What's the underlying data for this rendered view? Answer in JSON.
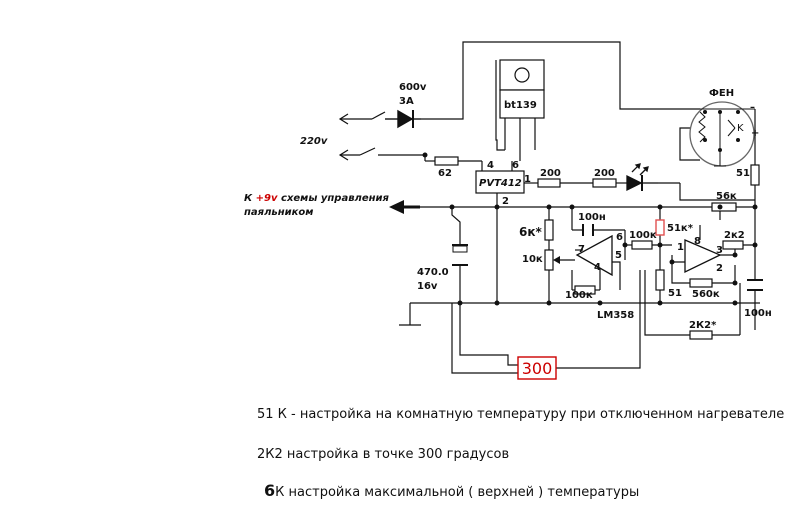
{
  "labels": {
    "diode_voltage": "600v",
    "diode_current": "3A",
    "triac": "bt139",
    "mains": "220v",
    "r_gate": "62",
    "optocoupler": "PVT412",
    "opto_pin_4": "4",
    "opto_pin_6": "6",
    "opto_pin_1": "1",
    "opto_pin_2": "2",
    "r_200_a": "200",
    "r_200_b": "200",
    "fan": "ФЕН",
    "fan_minus": "–",
    "fan_plus": "+",
    "fan_k": "K",
    "r_51_fan": "51",
    "r_56k": "56к",
    "cap_100n_top": "100н",
    "r_6k": "6к*",
    "r_10k": "10к",
    "opamp_pin_7": "7",
    "opamp_pin_6": "6",
    "opamp_pin_5": "5",
    "opamp_pin_4": "4",
    "r_51k": "51к*",
    "r_100k_mid": "100к",
    "r_100k_bottom": "100к",
    "opamp2_pin_1": "1",
    "opamp2_pin_8": "8",
    "opamp2_pin_3": "3",
    "opamp2_pin_2": "2",
    "r_2k2_right": "2к2",
    "r_51_lower": "51",
    "r_560k": "560к",
    "lm358": "LM358",
    "cap_100n_bottom": "100н",
    "r_2k2_bottom": "2К2*",
    "cap_470": "470.0",
    "cap_470_v": "16v",
    "supply_prefix": "К",
    "supply_voltage": "+9v",
    "supply_rest": "схемы управления",
    "supply_line2": "паяльником",
    "display_value": "300"
  },
  "colors": {
    "supply_voltage": "#cc0000",
    "display": "#cc0000",
    "r_51k_outline": "#e05050"
  },
  "notes": [
    {
      "emph": "",
      "text": "51 К - настройка на комнатную температуру при отключенном нагревателе"
    },
    {
      "emph": "",
      "text": "2К2  настройка в точке 300 градусов"
    },
    {
      "emph": "6",
      "text": "К настройка максимальной ( верхней ) температуры"
    }
  ]
}
